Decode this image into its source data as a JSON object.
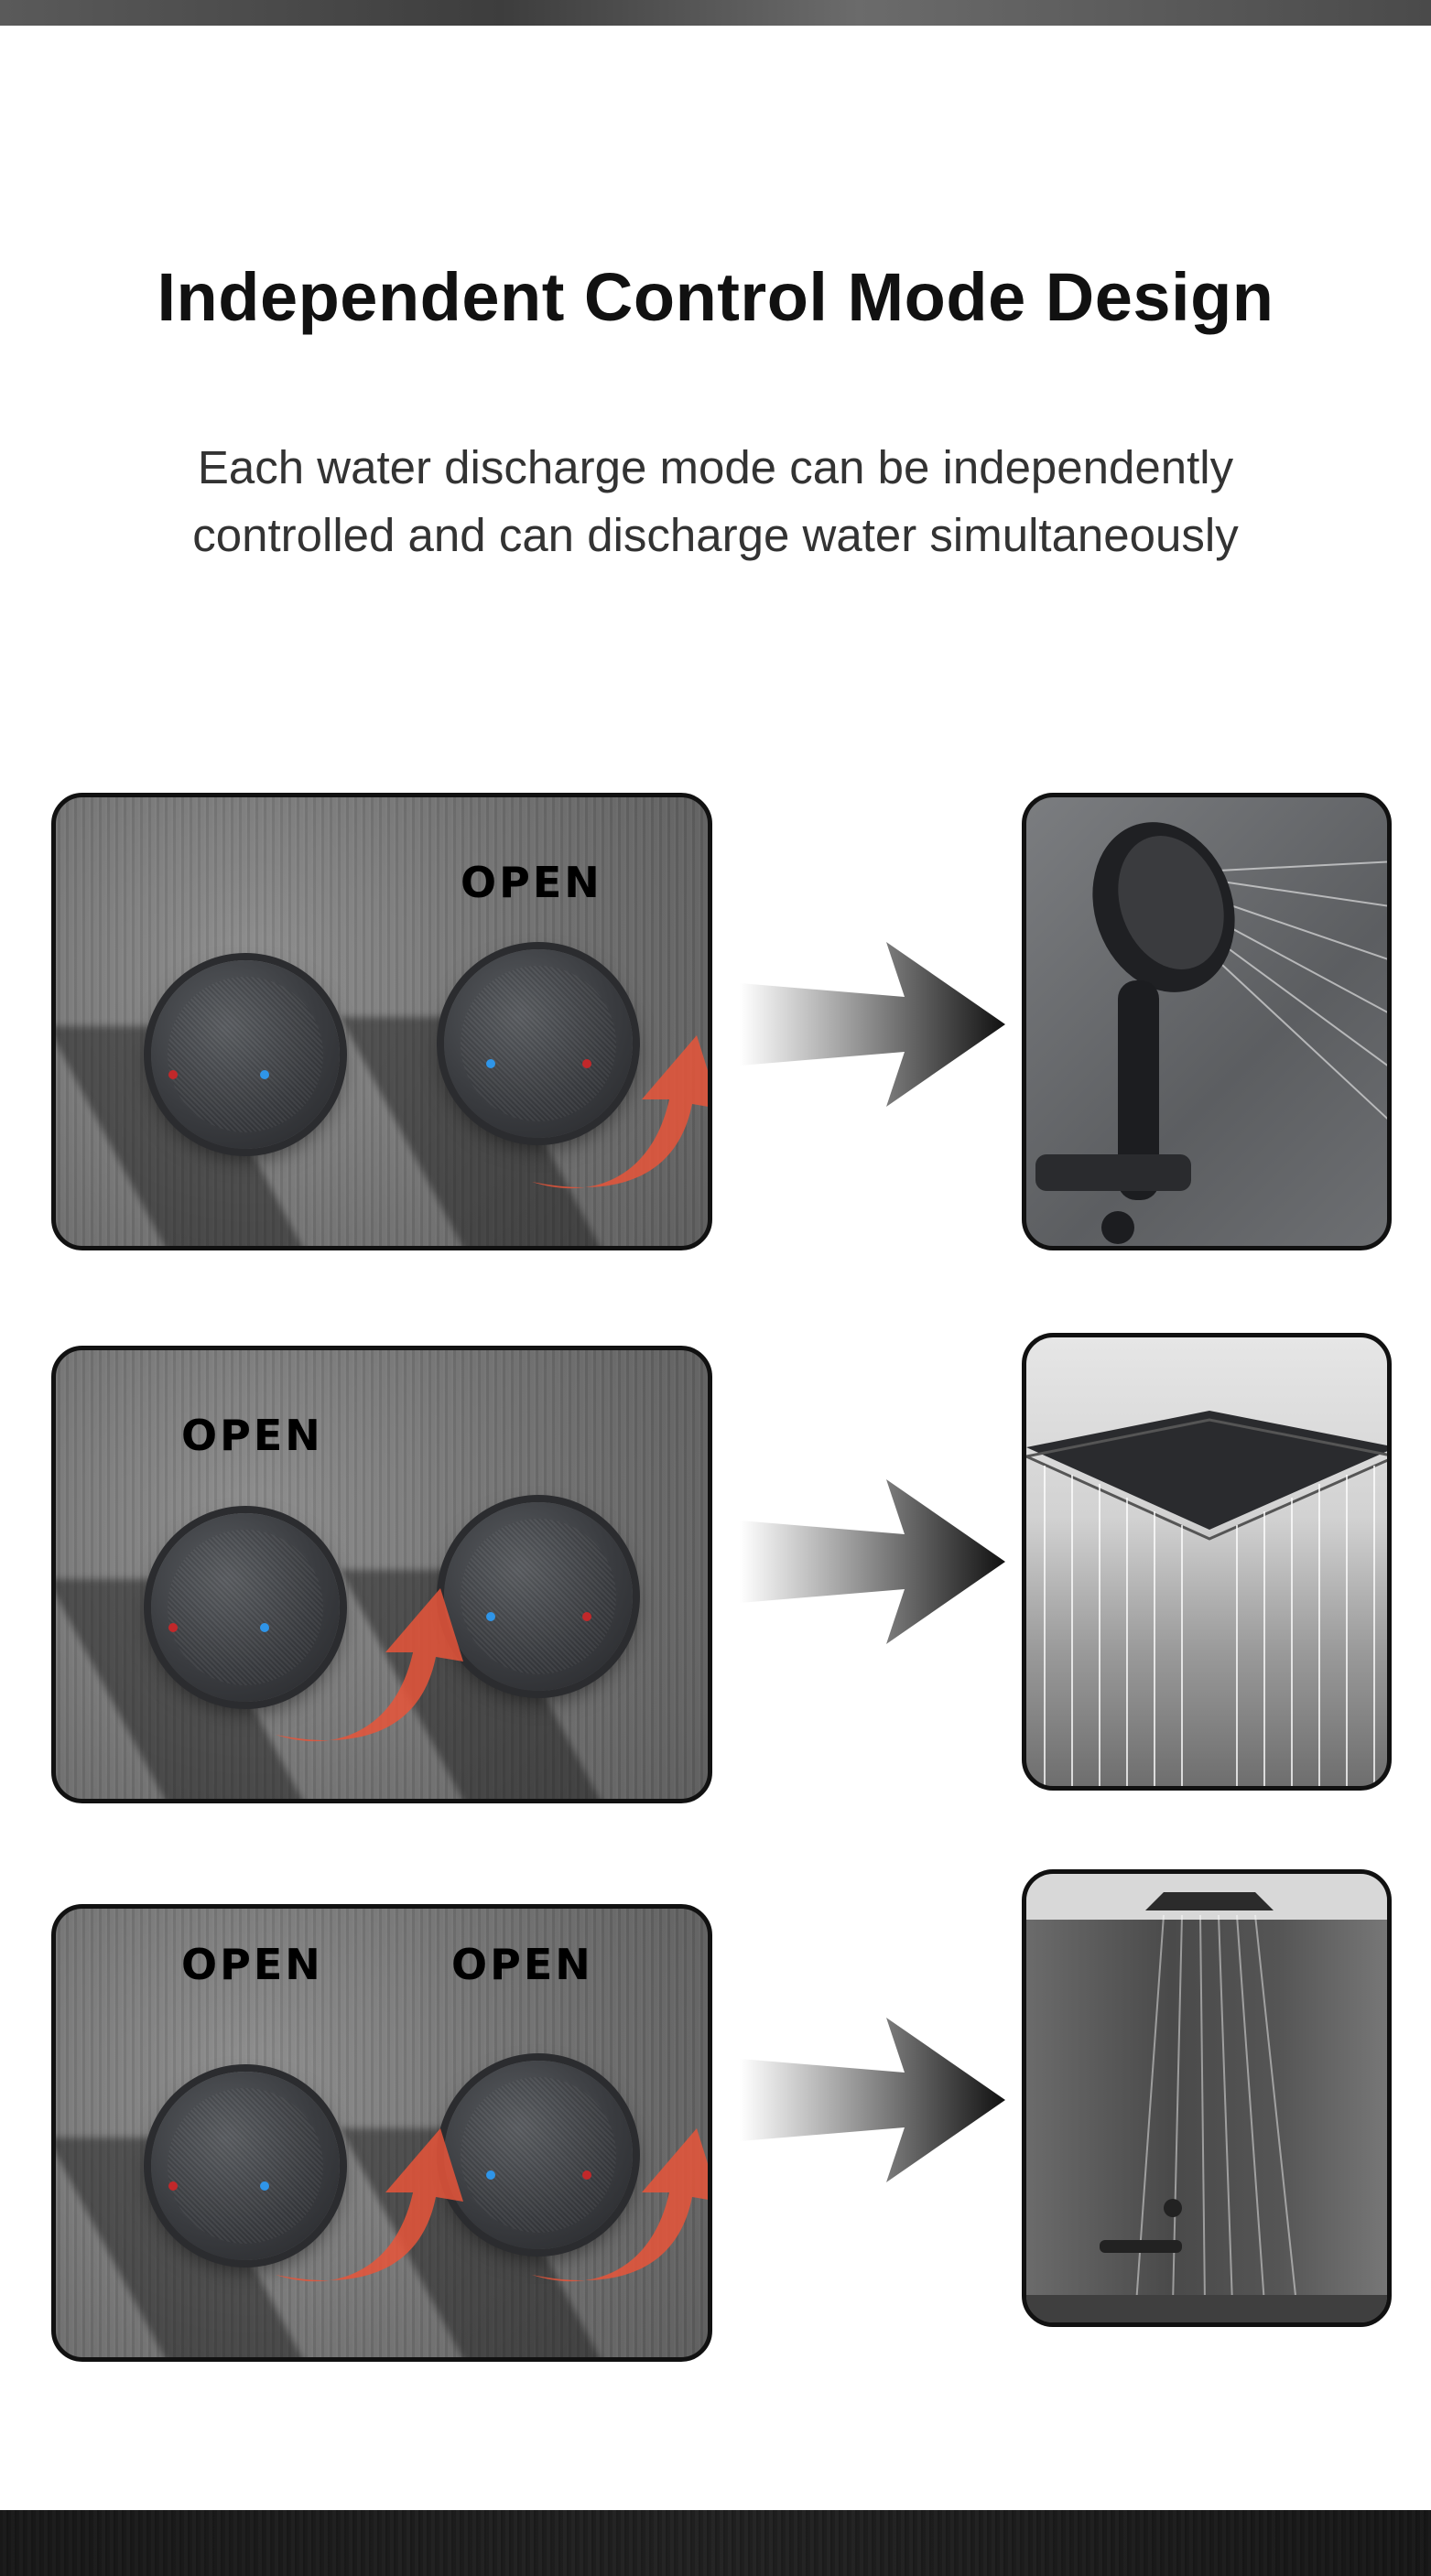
{
  "title": "Independent Control Mode Design",
  "subtitle_lines": [
    "Each water discharge mode can be independently",
    "controlled and can discharge water simultaneously"
  ],
  "rows": [
    {
      "open_labels": [
        "OPEN"
      ],
      "photo": "handheld-shower-head"
    },
    {
      "open_labels": [
        "OPEN"
      ],
      "photo": "rain-shower-head"
    },
    {
      "open_labels": [
        "OPEN",
        "OPEN"
      ],
      "photo": "shower-room"
    }
  ],
  "colors": {
    "arrow_red": "#e8553a",
    "knob": "#3a3c40",
    "hot_dot": "#c2282a",
    "cold_dot": "#2f95e8"
  }
}
